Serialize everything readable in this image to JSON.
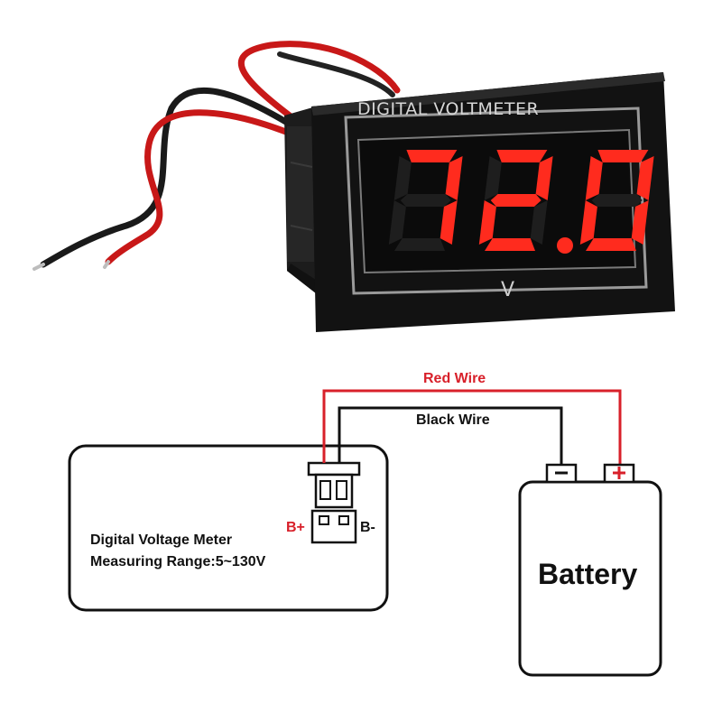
{
  "meter": {
    "title": "DIGITAL VOLTMETER",
    "reading": "72.0",
    "unit": "V"
  },
  "diagram": {
    "red_wire_label": "Red Wire",
    "black_wire_label": "Black Wire",
    "b_plus_label": "B+",
    "b_minus_label": "B-",
    "meter_name": "Digital Voltage Meter",
    "measuring_range": "Measuring Range:5~130V",
    "battery_label": "Battery"
  },
  "colors": {
    "red_wire": "#d8202a",
    "black_wire": "#111111",
    "segment_on": "#ff2b1e",
    "segment_off": "#1e1e1e",
    "bezel": "#111111"
  }
}
